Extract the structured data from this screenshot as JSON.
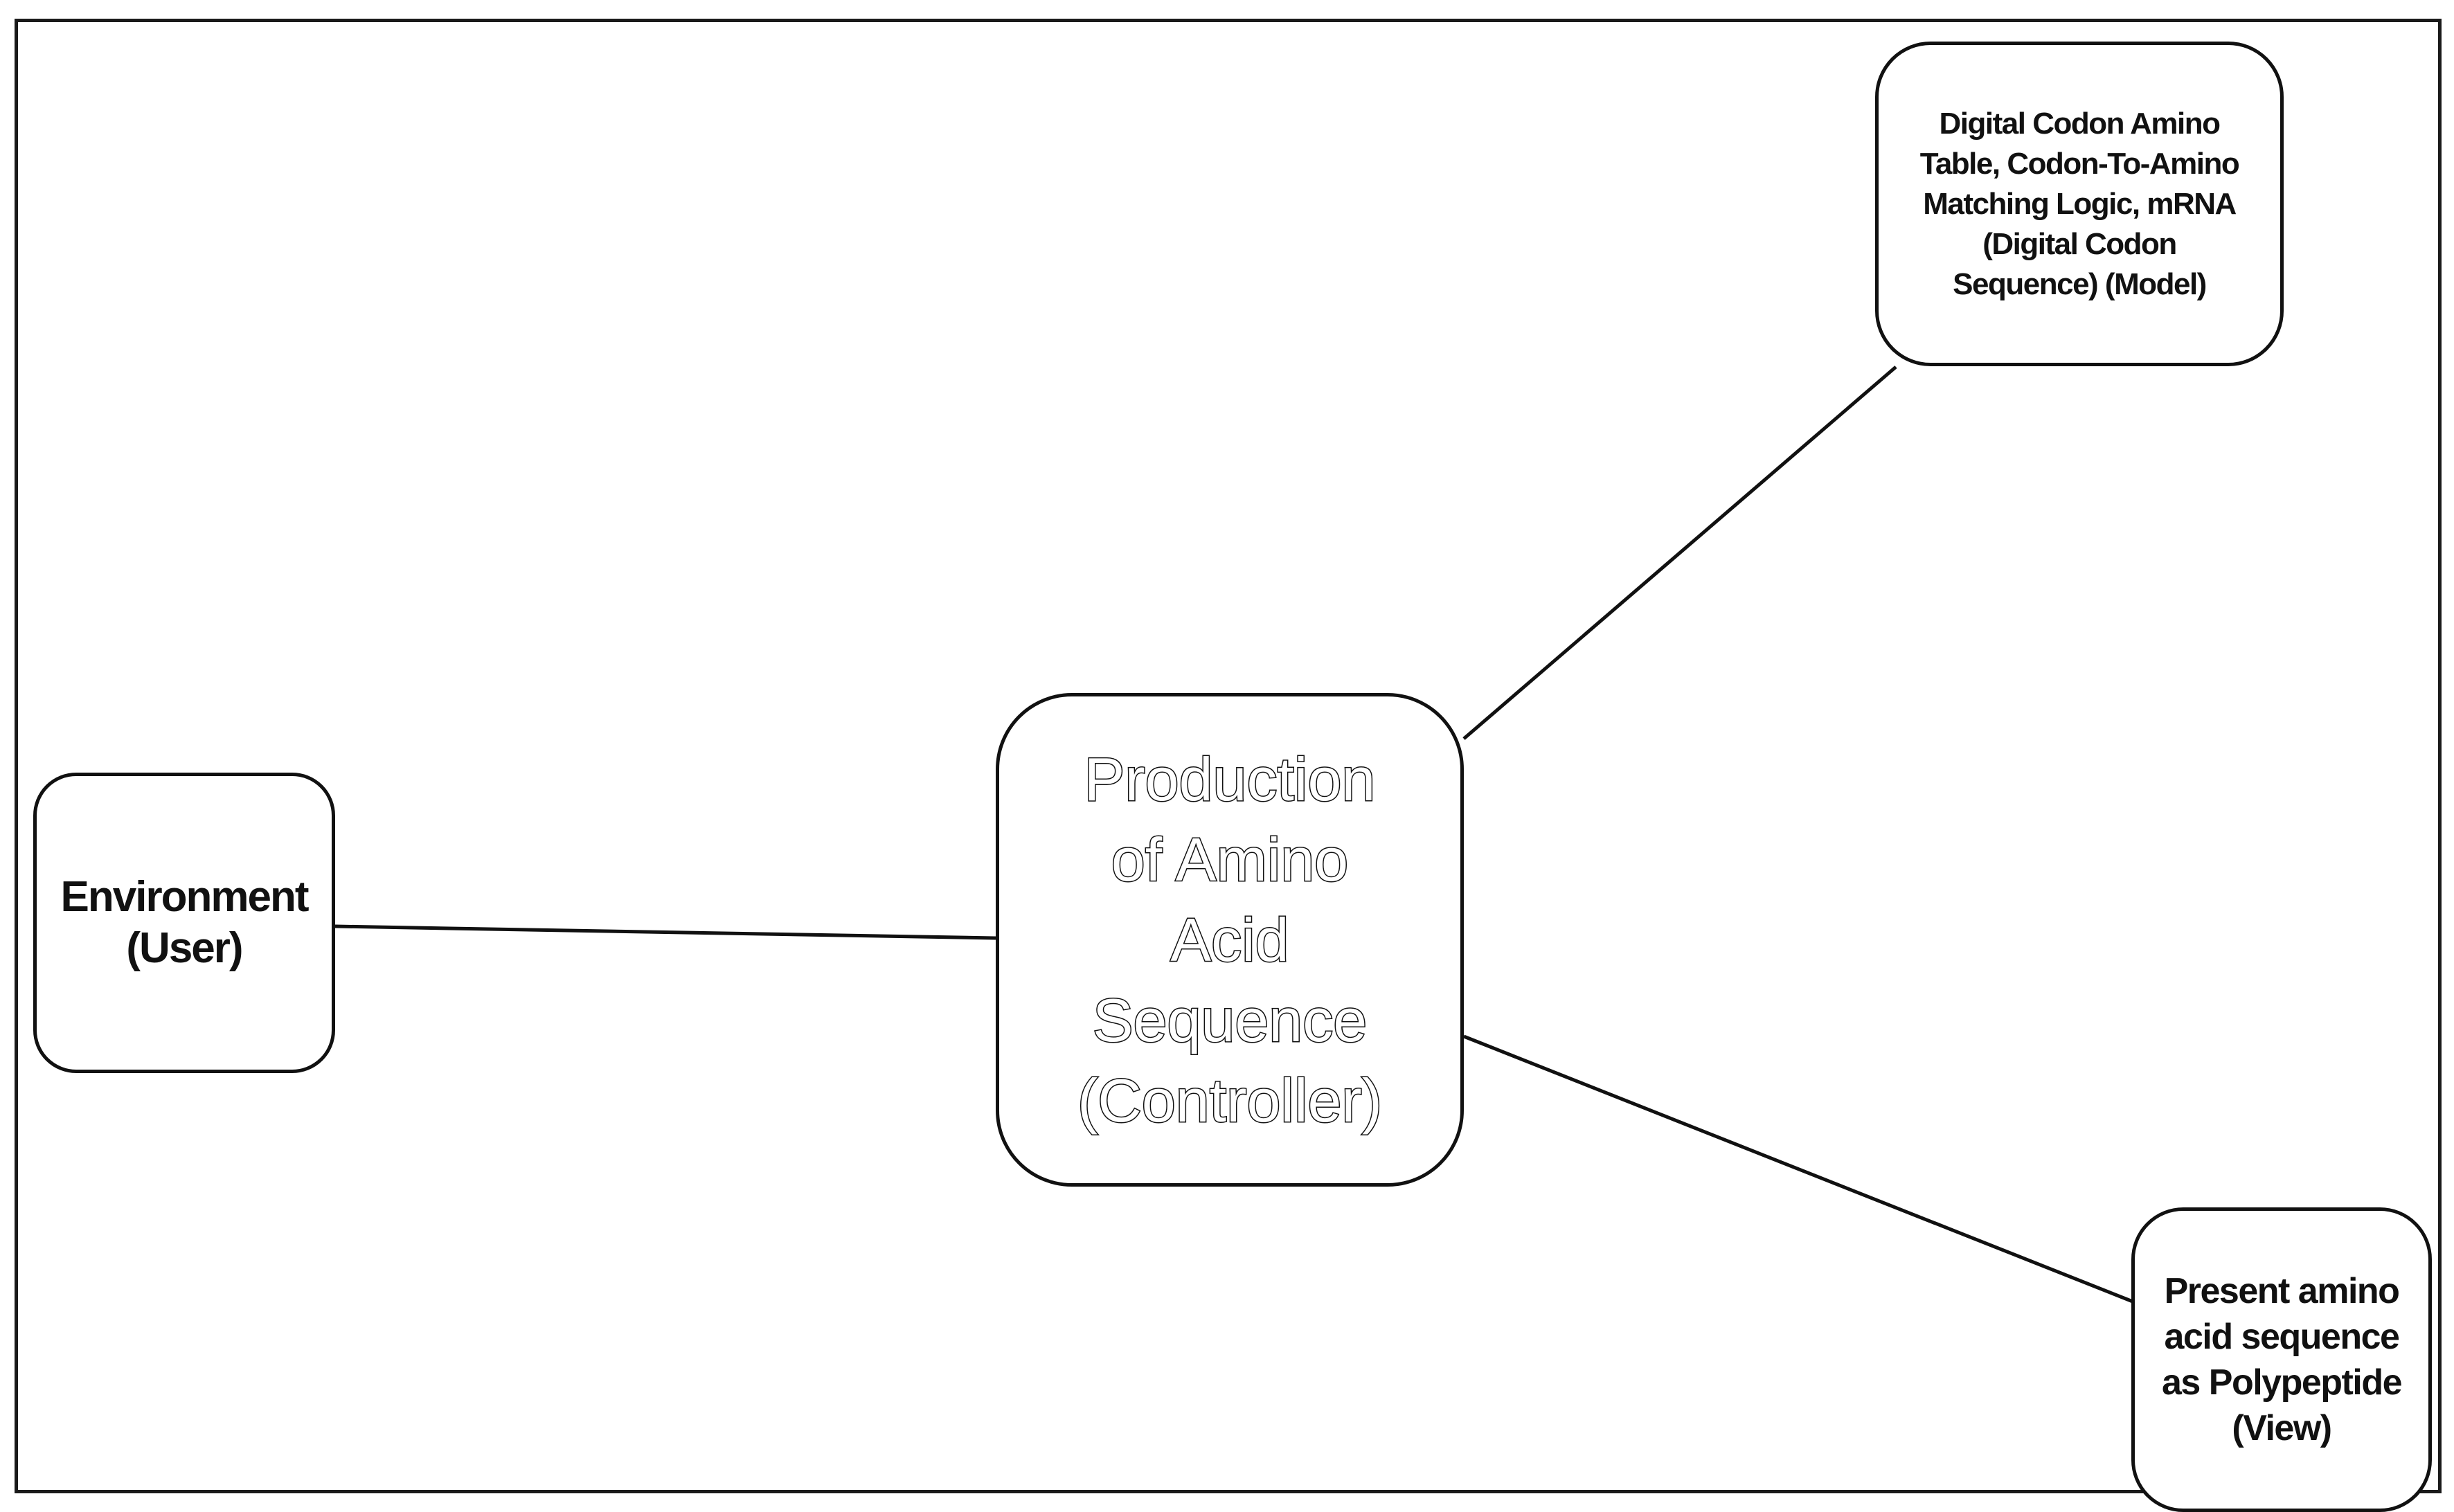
{
  "diagram": {
    "nodes": {
      "user": {
        "label": "Environment\n(User)"
      },
      "controller": {
        "label": "Production\nof Amino\nAcid\nSequence\n(Controller)"
      },
      "model": {
        "label": "Digital Codon Amino\nTable, Codon-To-Amino\nMatching Logic, mRNA\n(Digital Codon\nSequence) (Model)"
      },
      "view": {
        "label": "Present amino\nacid sequence\nas Polypeptide\n(View)"
      }
    },
    "edges": [
      {
        "from": "user",
        "to": "controller"
      },
      {
        "from": "controller",
        "to": "model"
      },
      {
        "from": "controller",
        "to": "view"
      }
    ]
  }
}
